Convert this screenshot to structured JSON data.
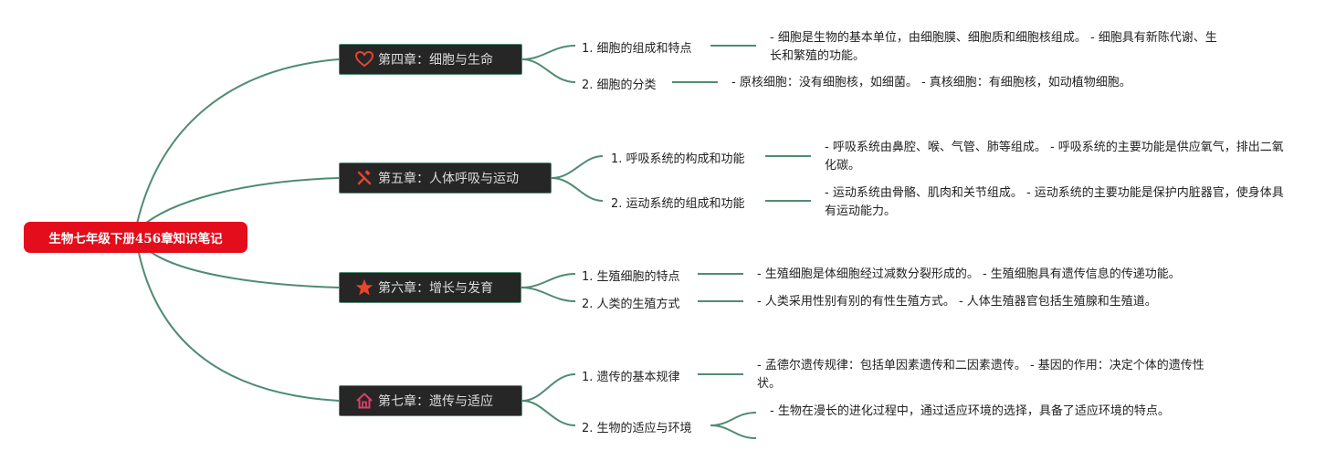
{
  "root": "生物七年级下册456章知识笔记",
  "chapters": [
    {
      "title": "第四章：细胞与生命",
      "icon": "heart-icon",
      "topics": [
        {
          "label": "1. 细胞的组成和特点",
          "detail": "- 细胞是生物的基本单位，由细胞膜、细胞质和细胞核组成。 - 细胞具有新陈代谢、生长和繁殖的功能。"
        },
        {
          "label": "2. 细胞的分类",
          "detail": "- 原核细胞：没有细胞核，如细菌。 - 真核细胞：有细胞核，如动植物细胞。"
        }
      ]
    },
    {
      "title": "第五章：人体呼吸与运动",
      "icon": "tools-icon",
      "topics": [
        {
          "label": "1. 呼吸系统的构成和功能",
          "detail": "- 呼吸系统由鼻腔、喉、气管、肺等组成。 - 呼吸系统的主要功能是供应氧气，排出二氧化碳。"
        },
        {
          "label": "2. 运动系统的组成和功能",
          "detail": "- 运动系统由骨骼、肌肉和关节组成。 - 运动系统的主要功能是保护内脏器官，使身体具有运动能力。"
        }
      ]
    },
    {
      "title": "第六章：增长与发育",
      "icon": "star-icon",
      "topics": [
        {
          "label": "1. 生殖细胞的特点",
          "detail": "- 生殖细胞是体细胞经过减数分裂形成的。 - 生殖细胞具有遗传信息的传递功能。"
        },
        {
          "label": "2. 人类的生殖方式",
          "detail": "- 人类采用性别有别的有性生殖方式。 - 人体生殖器官包括生殖腺和生殖道。"
        }
      ]
    },
    {
      "title": "第七章：遗传与适应",
      "icon": "home-icon",
      "topics": [
        {
          "label": "1. 遗传的基本规律",
          "detail": "- 孟德尔遗传规律：包括单因素遗传和二因素遗传。 - 基因的作用：决定个体的遗传性状。"
        },
        {
          "label": "2. 生物的适应与环境",
          "detail": "- 生物在漫长的进化过程中，通过适应环境的选择，具备了适应环境的特点。"
        }
      ]
    }
  ],
  "colors": {
    "root_bg": "#e30d1b",
    "chapter_bg": "#262626",
    "line": "#4f8c72",
    "icon_red": "#e8442e",
    "icon_pink": "#d6406a"
  }
}
